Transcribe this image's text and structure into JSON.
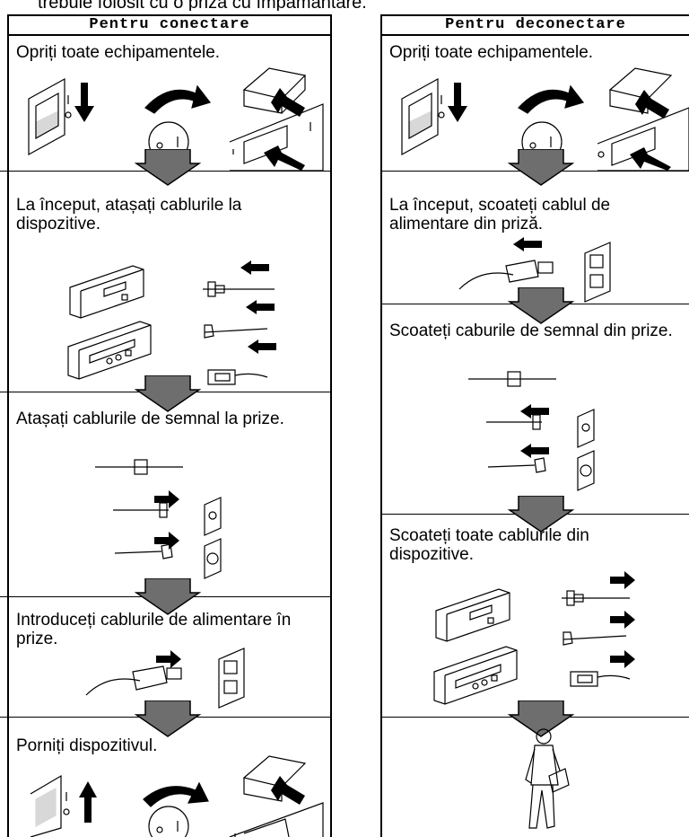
{
  "top_text": "trebuie folosit cu o priză cu împământare.",
  "left": {
    "header": "Pentru conectare",
    "steps": [
      "Opriți toate echipamentele.",
      "La început, atașați cablurile la dispozitive.",
      "Atașați cablurile de semnal la prize.",
      "Introduceți cablurile de alimentare în prize.",
      "Porniți dispozitivul."
    ]
  },
  "right": {
    "header": "Pentru deconectare",
    "steps": [
      "Opriți toate echipamentele.",
      "La început, scoateți cablul de alimentare din priză.",
      "Scoateți caburile de semnal din prize.",
      "Scoateți toate cablurile din dispozitive."
    ]
  },
  "colors": {
    "ink": "#000000",
    "arrow_fill": "#6e6e6e",
    "paper": "#ffffff"
  }
}
